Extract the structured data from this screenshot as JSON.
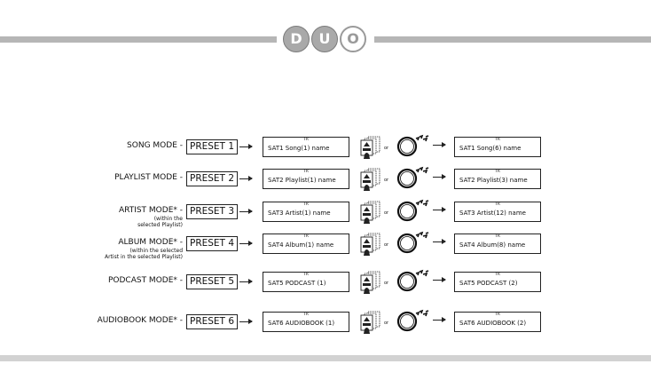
{
  "logo": {
    "letters": [
      "D",
      "U",
      "O"
    ]
  },
  "rows": [
    {
      "mode": "SONG MODE -",
      "sub": "",
      "preset": "PRESET 1",
      "display_before": "SAT1   Song(1) name",
      "display_after": "SAT1   Song(6) name",
      "tr": "TR",
      "or": "or"
    },
    {
      "mode": "PLAYLIST MODE -",
      "sub": "",
      "preset": "PRESET 2",
      "display_before": "SAT2   Playlist(1) name",
      "display_after": "SAT2   Playlist(3) name",
      "tr": "TR",
      "or": "or"
    },
    {
      "mode": "ARTIST MODE* -",
      "sub": "(within the\nselected Playlist)",
      "preset": "PRESET 3",
      "display_before": "SAT3   Artist(1) name",
      "display_after": "SAT3   Artist(12) name",
      "tr": "TR",
      "or": "or"
    },
    {
      "mode": "ALBUM MODE* -",
      "sub": "(within the selected\nArtist in the selected Playlist)",
      "preset": "PRESET 4",
      "display_before": "SAT4   Album(1) name",
      "display_after": "SAT4   Album(8) name",
      "tr": "TR",
      "or": "or"
    },
    {
      "mode": "PODCAST MODE* -",
      "sub": "",
      "preset": "PRESET 5",
      "display_before": "SAT5   PODCAST (1)",
      "display_after": "SAT5   PODCAST (2)",
      "tr": "TR",
      "or": "or"
    },
    {
      "mode": "AUDIOBOOK MODE* -",
      "sub": "",
      "preset": "PRESET 6",
      "display_before": "SAT6   AUDIOBOOK (1)",
      "display_after": "SAT6   AUDIOBOOK (2)",
      "tr": "TR",
      "or": "or"
    }
  ]
}
